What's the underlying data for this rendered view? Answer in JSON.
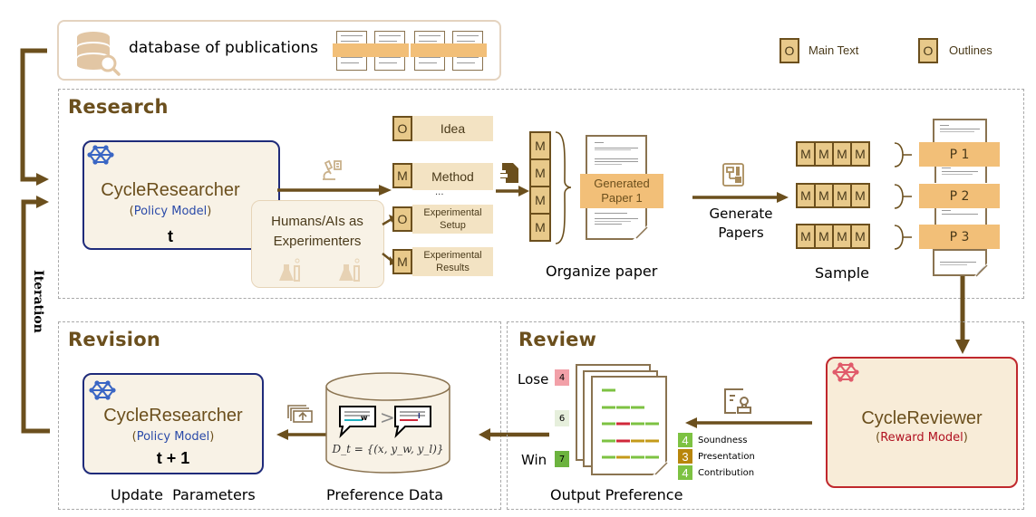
{
  "database": {
    "label": "database of publications",
    "icon": "database-search-icon",
    "paper_count": 4
  },
  "legend": {
    "items": [
      {
        "glyph": "O",
        "label": "Main Text"
      },
      {
        "glyph": "O",
        "label": "Outlines"
      }
    ]
  },
  "iteration": {
    "label": "Iteration"
  },
  "research": {
    "title": "Research",
    "policy_model": {
      "name": "CycleResearcher",
      "open_paren": "(",
      "role": "Policy Model",
      "close_paren": ")",
      "step": "t"
    },
    "experimenters": {
      "line1": "Humans/AIs as",
      "line2": "Experimenters"
    },
    "components": [
      {
        "glyph": "O",
        "label": "Idea"
      },
      {
        "glyph": "M",
        "label": "Method"
      },
      {
        "glyph": "O",
        "label_line1": "Experimental",
        "label_line2": "Setup"
      },
      {
        "glyph": "M",
        "label_line1": "Experimental",
        "label_line2": "Results"
      }
    ],
    "ellipsis": "...",
    "organized_blocks": [
      "M",
      "M",
      "M",
      "M"
    ],
    "generated_paper": {
      "line1": "Generated",
      "line2": "Paper 1"
    },
    "organize_caption": "Organize paper",
    "generate_label": {
      "line1": "Generate",
      "line2": "Papers"
    },
    "samples": [
      {
        "blocks": [
          "M",
          "M",
          "M",
          "M"
        ],
        "paper": "P 1"
      },
      {
        "blocks": [
          "M",
          "M",
          "M",
          "M"
        ],
        "paper": "P 2"
      },
      {
        "blocks": [
          "M",
          "M",
          "M",
          "M"
        ],
        "paper": "P 3"
      }
    ],
    "sample_caption": "Sample"
  },
  "review": {
    "title": "Review",
    "reward_model": {
      "name": "CycleReviewer",
      "open_paren": "(",
      "role": "Reward Model",
      "close_paren": ")"
    },
    "outcomes": [
      {
        "label": "Lose",
        "score": "4",
        "color": "#f2a0a8"
      },
      {
        "label": "",
        "score": "6",
        "color": "#e6efdc"
      },
      {
        "label": "Win",
        "score": "7",
        "color": "#6cb33f"
      }
    ],
    "criteria": [
      {
        "score": "4",
        "label": "Soundness",
        "color": "#7dc242"
      },
      {
        "score": "3",
        "label": "Presentation",
        "color": "#b8860b"
      },
      {
        "score": "4",
        "label": "Contribution",
        "color": "#7dc242"
      }
    ],
    "caption": "Output Preference",
    "colors": {
      "good": "#7dc242",
      "bad": "#d0283a",
      "mid": "#c49a1a"
    }
  },
  "revision": {
    "title": "Revision",
    "policy_model": {
      "name": "CycleResearcher",
      "open_paren": "(",
      "role": "Policy Model",
      "close_paren": ")",
      "step": "t + 1"
    },
    "update_caption": "Update  Parameters",
    "preference": {
      "win_tag": "w",
      "lose_tag": "l",
      "formula": "D_t = {(x, y_w, y_l)}",
      "caption": "Preference Data"
    }
  },
  "colors": {
    "arrow": "#6b4f1d",
    "title": "#6b4f1d",
    "policy_border": "#1f2b7a",
    "policy_role": "#2a4aa8",
    "reward_border": "#c0282d",
    "reward_role": "#b01020",
    "orange": "#f2bf78"
  }
}
